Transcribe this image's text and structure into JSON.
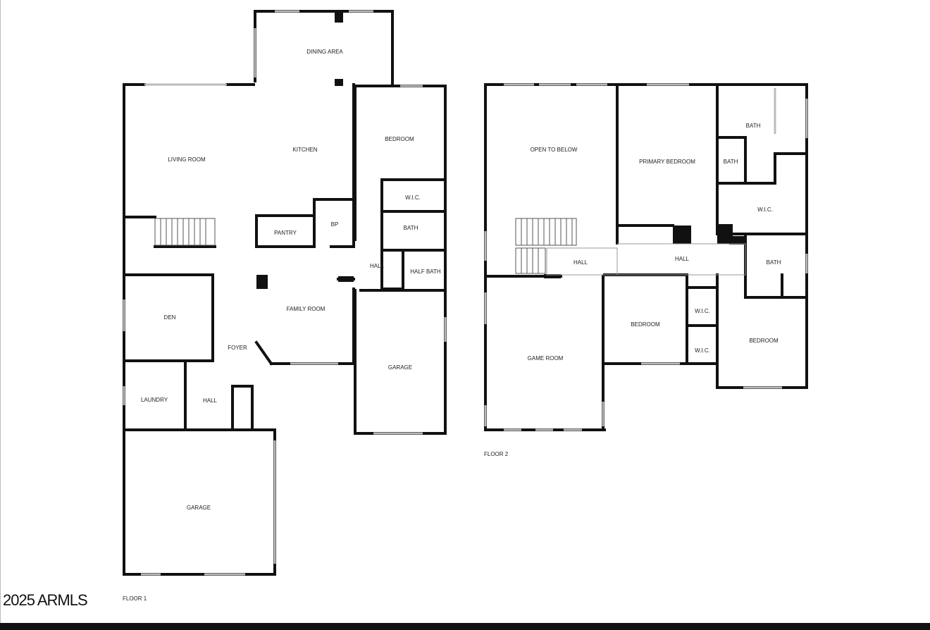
{
  "floors": [
    {
      "label": "FLOOR 1",
      "rooms": [
        {
          "id": "dining-area",
          "label": "DINING AREA"
        },
        {
          "id": "living-room",
          "label": "LIVING ROOM"
        },
        {
          "id": "kitchen",
          "label": "KITCHEN"
        },
        {
          "id": "bedroom-1",
          "label": "BEDROOM"
        },
        {
          "id": "wic-1",
          "label": "W.I.C."
        },
        {
          "id": "bath-1",
          "label": "BATH"
        },
        {
          "id": "pantry",
          "label": "PANTRY"
        },
        {
          "id": "bp",
          "label": "BP"
        },
        {
          "id": "hall-1",
          "label": "HALL"
        },
        {
          "id": "half-bath",
          "label": "HALF BATH"
        },
        {
          "id": "den",
          "label": "DEN"
        },
        {
          "id": "family-room",
          "label": "FAMILY ROOM"
        },
        {
          "id": "foyer",
          "label": "FOYER"
        },
        {
          "id": "garage-1",
          "label": "GARAGE"
        },
        {
          "id": "laundry",
          "label": "LAUNDRY"
        },
        {
          "id": "hall-2",
          "label": "HALL"
        },
        {
          "id": "garage-2",
          "label": "GARAGE"
        }
      ]
    },
    {
      "label": "FLOOR 2",
      "rooms": [
        {
          "id": "open-to-below",
          "label": "OPEN TO BELOW"
        },
        {
          "id": "primary-bedroom",
          "label": "PRIMARY BEDROOM"
        },
        {
          "id": "bath-2",
          "label": "BATH"
        },
        {
          "id": "bath-3",
          "label": "BATH"
        },
        {
          "id": "wic-2",
          "label": "W.I.C."
        },
        {
          "id": "hall-3",
          "label": "HALL"
        },
        {
          "id": "hall-4",
          "label": "HALL"
        },
        {
          "id": "bath-4",
          "label": "BATH"
        },
        {
          "id": "game-room",
          "label": "GAME ROOM"
        },
        {
          "id": "bedroom-2",
          "label": "BEDROOM"
        },
        {
          "id": "wic-3",
          "label": "W.I.C."
        },
        {
          "id": "wic-4",
          "label": "W.I.C."
        },
        {
          "id": "bedroom-3",
          "label": "BEDROOM"
        }
      ]
    }
  ],
  "copyright": "2025 ARMLS",
  "colors": {
    "wall": "#111111",
    "window": "#cccccc",
    "background": "#ffffff"
  }
}
